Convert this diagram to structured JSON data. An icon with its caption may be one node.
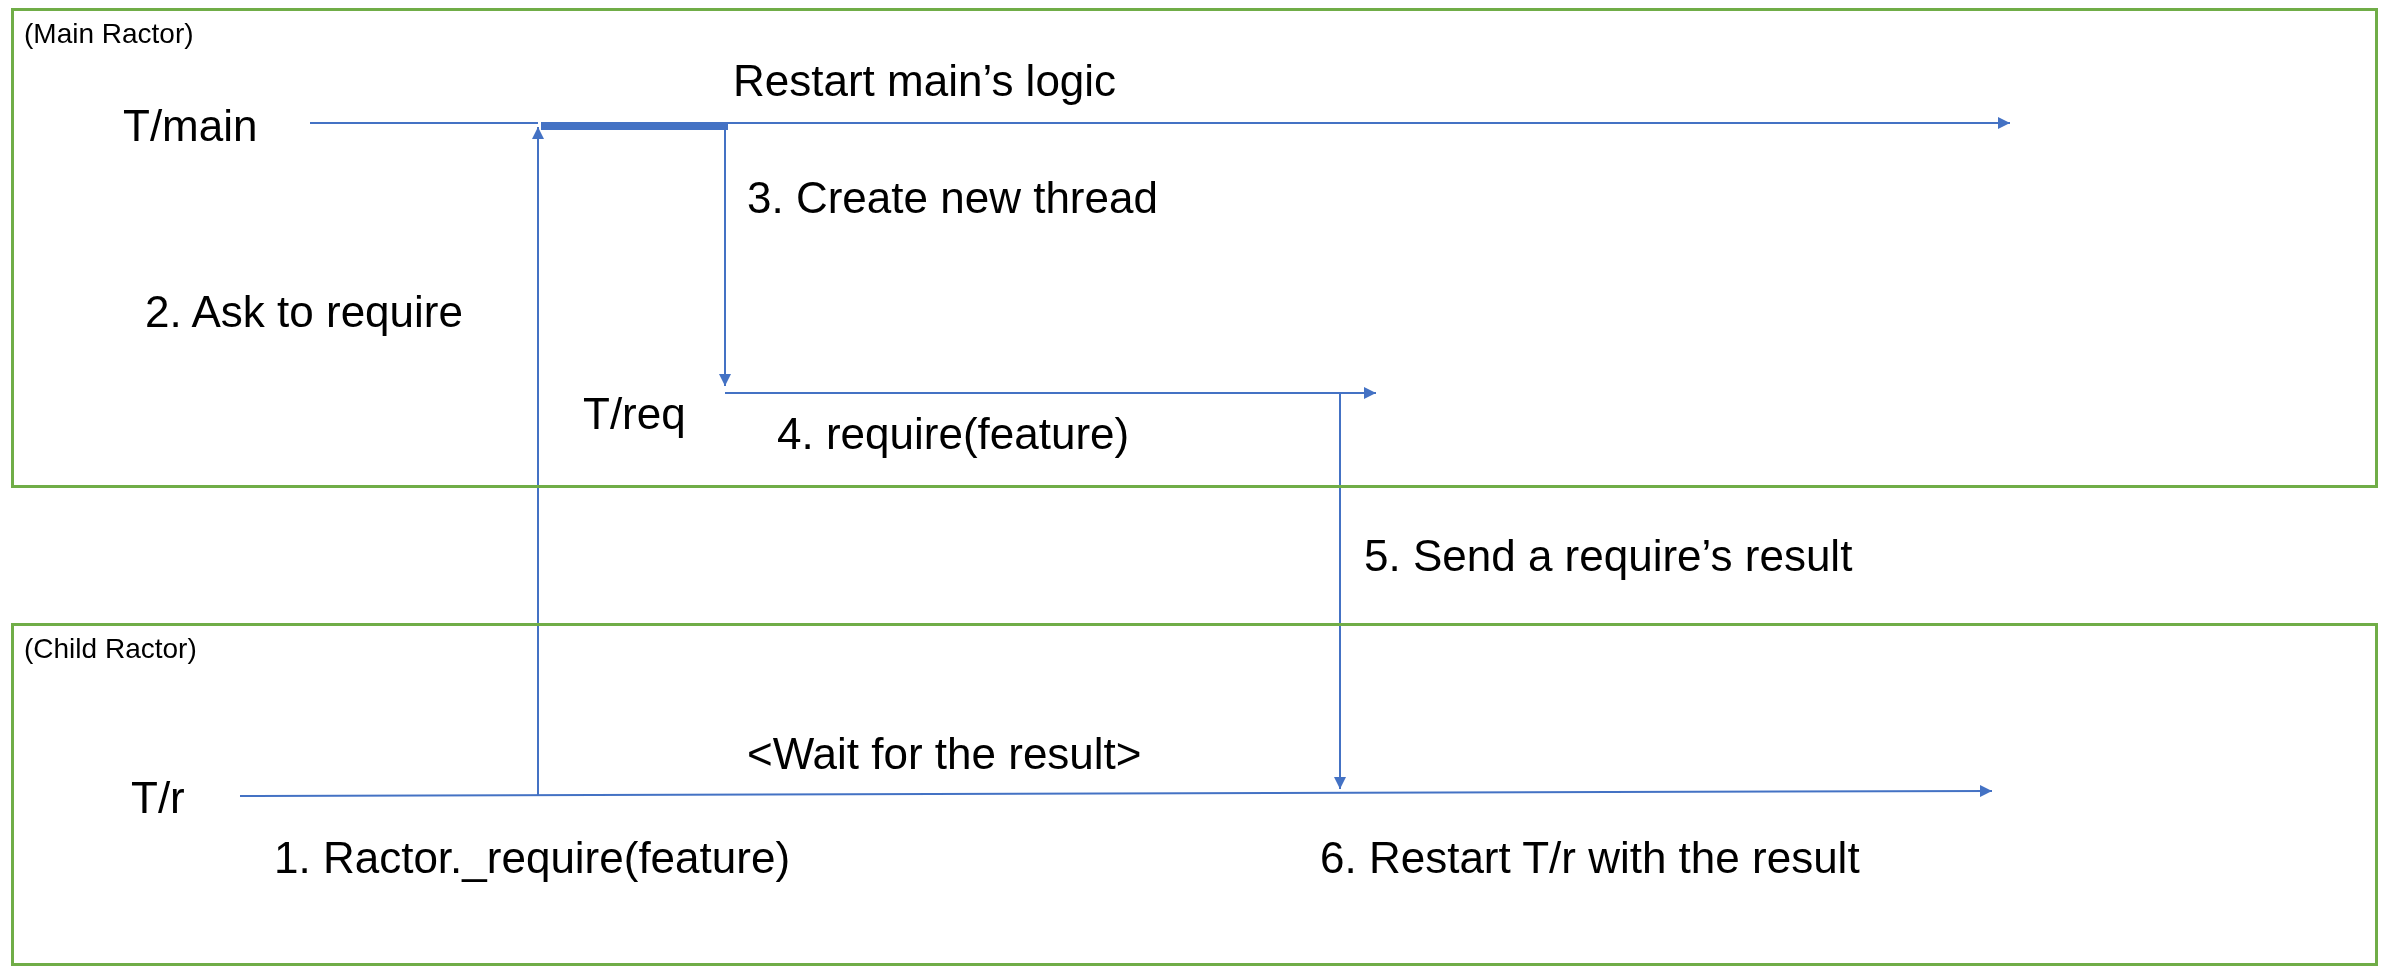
{
  "diagram": {
    "nodes": [
      {
        "text": [
          "(Main Ractor)"
        ]
      },
      {
        "text": [
          "T/main"
        ],
        "in": 0
      },
      {
        "text": [],
        "shape": "bar",
        "in": 0
      },
      {
        "text": [
          "T/req"
        ],
        "in": 0
      },
      {
        "text": [
          "(Child Ractor)"
        ]
      },
      {
        "text": [
          "T/r"
        ],
        "in": 4
      }
    ],
    "edges": [
      {
        "from": 1,
        "to": 2,
        "arrow": "none"
      },
      {
        "from": 2,
        "to": null,
        "arrow": "to",
        "label": "Restart main’s logic"
      },
      {
        "from": null,
        "to": 2,
        "arrow": "to",
        "label": "2. Ask to require"
      },
      {
        "from": 2,
        "to": 3,
        "arrow": "to",
        "label": "3. Create new thread"
      },
      {
        "from": 3,
        "to": null,
        "arrow": "to",
        "label": "4. require(feature)"
      },
      {
        "from": 3,
        "to": null,
        "arrow": "to",
        "label": "5. Send a require’s result"
      },
      {
        "from": 5,
        "to": null,
        "arrow": "to",
        "label": "<Wait for the result>"
      }
    ],
    "labels": [
      "1. Ractor._require(feature)",
      "6. Restart T/r with the result"
    ]
  }
}
